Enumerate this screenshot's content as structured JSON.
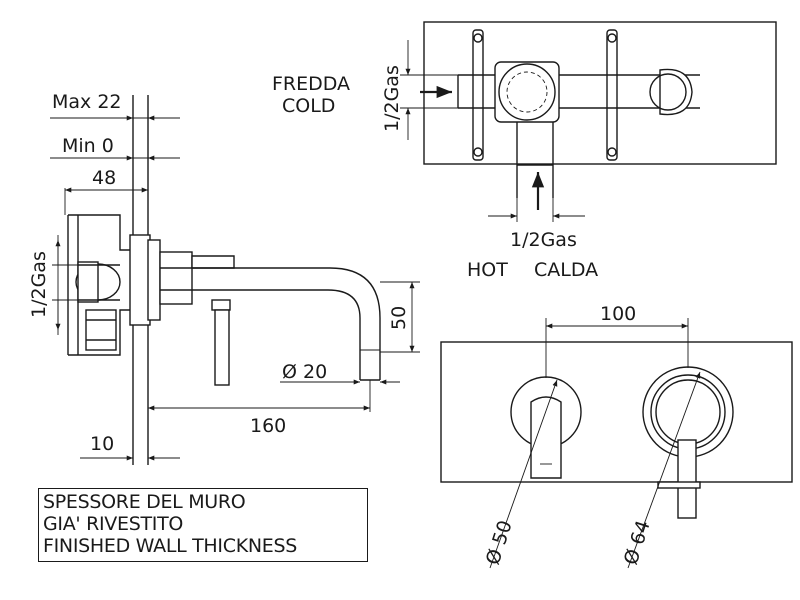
{
  "labels": {
    "max22": "Max 22",
    "min0": "Min 0",
    "d48": "48",
    "gas_left": "1/2Gas",
    "d50_vert": "50",
    "dia20": "Ø 20",
    "d160": "160",
    "d10": "10",
    "fredda": "FREDDA",
    "cold": "COLD",
    "gas_top": "1/2Gas",
    "gas_hot": "1/2Gas",
    "hot": "HOT",
    "calda": "CALDA",
    "d100": "100",
    "dia50": "Ø 50",
    "dia64": "Ø 64"
  },
  "note": {
    "line1": "SPESSORE DEL MURO",
    "line2": "GIA' RIVESTITO",
    "line3": "FINISHED WALL THICKNESS"
  }
}
